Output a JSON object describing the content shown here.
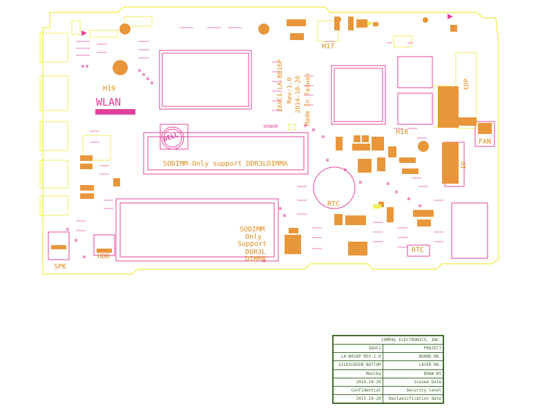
{
  "labels": {
    "wlan": "WLAN",
    "h19": "H19",
    "h17": "H17",
    "h18": "H18",
    "dell": "DELL",
    "dimma": "SODIMM-Only support DDR3LDIMMA",
    "dimmb_1": "SODIMM",
    "dimmb_2": "Only",
    "dimmb_3": "Support",
    "dimmb_4": "DDR3L",
    "dimmb_5": "DIMMB",
    "board_1": "ZAVC1 LA-B016P",
    "board_2": "Rev:1.0",
    "board_3": "2014-10-20",
    "board_4": "Made In Taiwan",
    "vendor": "VENDOR",
    "rtc_coin": "RTC",
    "rtc_conn": "RTC",
    "spk": "SPK",
    "hdd": "HDD",
    "fan": "FAN",
    "edp": "EDP",
    "io": "IO"
  },
  "title_block": [
    {
      "key": "",
      "value": "COMPAL ELECTRONICS, INC."
    },
    {
      "key": "PROJECT",
      "value": "ZAVC1"
    },
    {
      "key": "BOARD NO.",
      "value": "LA-B016P REV:1.0"
    },
    {
      "key": "LAYER NO.",
      "value": "SILKSCREEN_BOTTOM"
    },
    {
      "key": "DRAW BY",
      "value": "Monika"
    },
    {
      "key": "Issued Date",
      "value": "2014-10-20"
    },
    {
      "key": "Security level",
      "value": "Confidential"
    },
    {
      "key": "Declassification date",
      "value": "2015-10-20"
    }
  ],
  "colors": {
    "outline": "#f2ee5c",
    "silk": "#e0409a",
    "pad": "#e8963a",
    "title": "#3c6a2a"
  }
}
